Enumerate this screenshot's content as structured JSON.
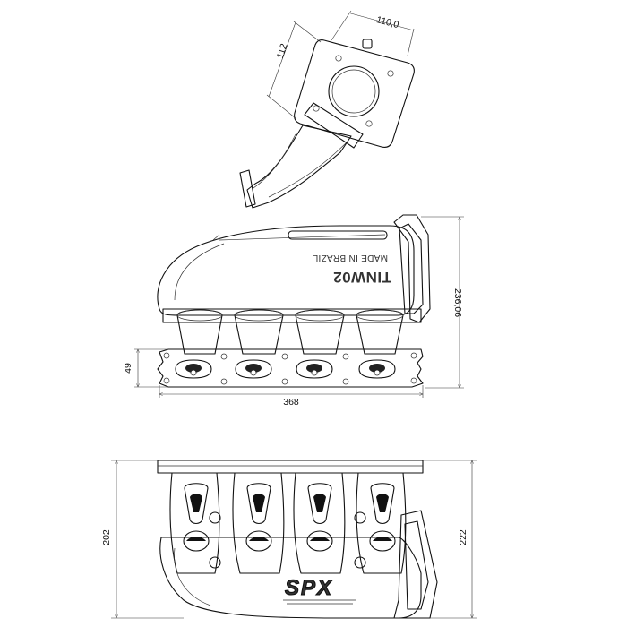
{
  "dimensions": {
    "flange_width": "110,0",
    "flange_height": "112",
    "manifold_height": "236,06",
    "port_height": "49",
    "overall_length": "368",
    "bottom_body_height": "202",
    "bottom_overall_height": "222"
  },
  "embossing": {
    "brand": "TINW02",
    "origin": "MADE IN BRAZIL",
    "logo": "SPX"
  },
  "colors": {
    "line": "#111111",
    "body_fill": "#ffffff",
    "shade": "#2b2b2b"
  }
}
